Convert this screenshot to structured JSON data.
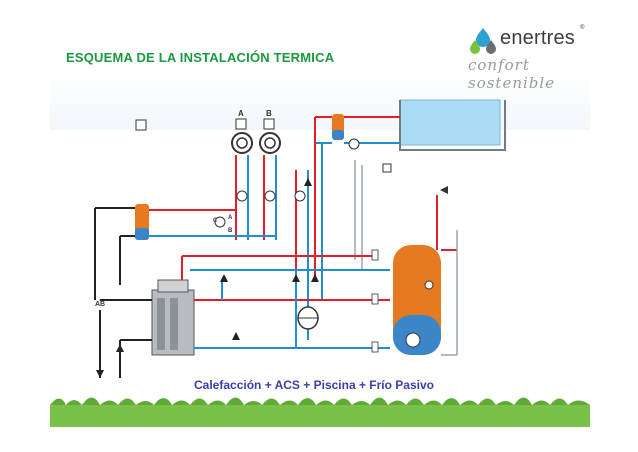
{
  "title": "ESQUEMA DE LA INSTALACIÓN TERMICA",
  "brand": {
    "name": "enertres",
    "registered": "®",
    "tagline": "confort sostenible"
  },
  "caption": "Calefacción + ACS + Piscina + Frío Pasivo",
  "labels": {
    "circuit_a": "A",
    "circuit_b": "B",
    "valve_port_a": "A",
    "valve_port_b": "B",
    "valve_port_c": "C",
    "valve_port_ab": "AB"
  },
  "colors": {
    "hot": "#e3202a",
    "cold": "#1f8fd0",
    "return_grey": "#9aa3ad",
    "black_line": "#222222",
    "tank_orange": "#e67a20",
    "tank_blue": "#3a86c8",
    "pool": "#a9ddf3",
    "title_green": "#1a9a3e",
    "caption_blue": "#3a3fa8"
  }
}
